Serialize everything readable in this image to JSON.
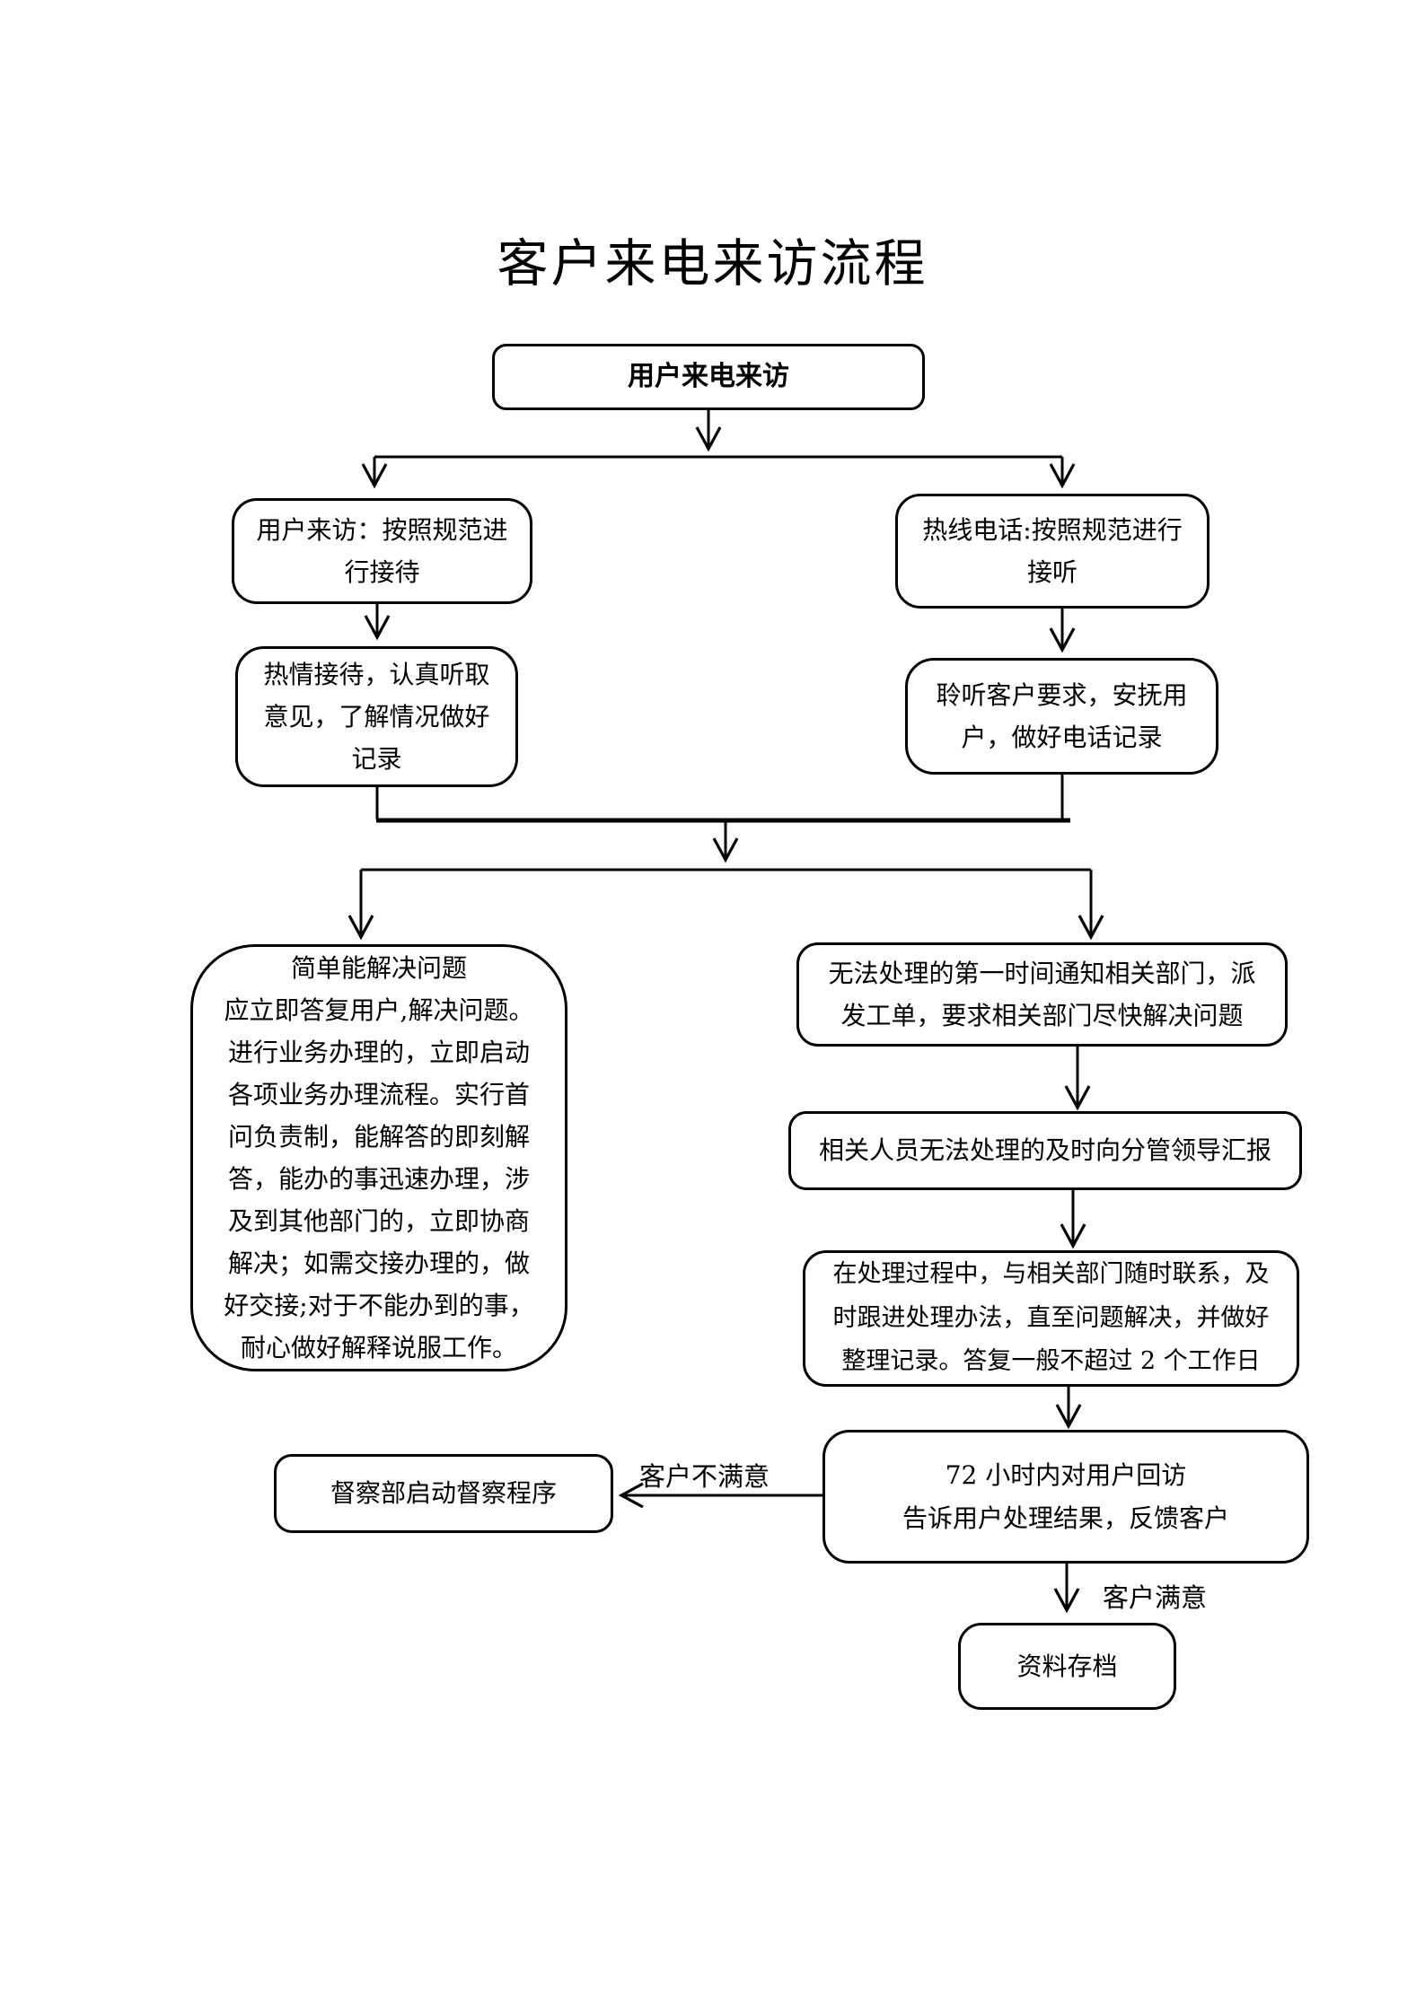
{
  "page": {
    "title": "客户来电来访流程",
    "background_color": "#ffffff",
    "ink_color": "#000000",
    "diagram_type": "flowchart"
  },
  "nodes": {
    "start": {
      "text": "用户来电来访"
    },
    "visit": {
      "text": "用户来访：按照规范进\n行接待"
    },
    "hotline": {
      "text": "热线电话:按照规范进行\n接听"
    },
    "greet": {
      "text": "热情接待，认真听取\n意见，了解情况做好\n记录"
    },
    "listen": {
      "text": "聆听客户要求，安抚用\n户，做好电话记录"
    },
    "simple": {
      "text": "简单能解决问题\n应立即答复用户,解决问题。\n进行业务办理的，立即启动\n各项业务办理流程。实行首\n问负责制，能解答的即刻解\n答，能办的事迅速办理，涉\n及到其他部门的，立即协商\n解决；如需交接办理的，做\n好交接;对于不能办到的事，\n耐心做好解释说服工作。"
    },
    "notify": {
      "text": "无法处理的第一时间通知相关部门，派\n发工单，要求相关部门尽快解决问题"
    },
    "report": {
      "text": "相关人员无法处理的及时向分管领导汇报"
    },
    "follow": {
      "text": "在处理过程中，与相关部门随时联系，及\n时跟进处理办法，直至问题解决，并做好\n整理记录。答复一般不超过 2 个工作日"
    },
    "callback": {
      "text": "72 小时内对用户回访\n告诉用户处理结果，反馈客户"
    },
    "supervise": {
      "text": "督察部启动督察程序"
    },
    "archive": {
      "text": "资料存档"
    }
  },
  "edge_labels": {
    "dissatisfied": "客户不满意",
    "satisfied": "客户满意"
  }
}
